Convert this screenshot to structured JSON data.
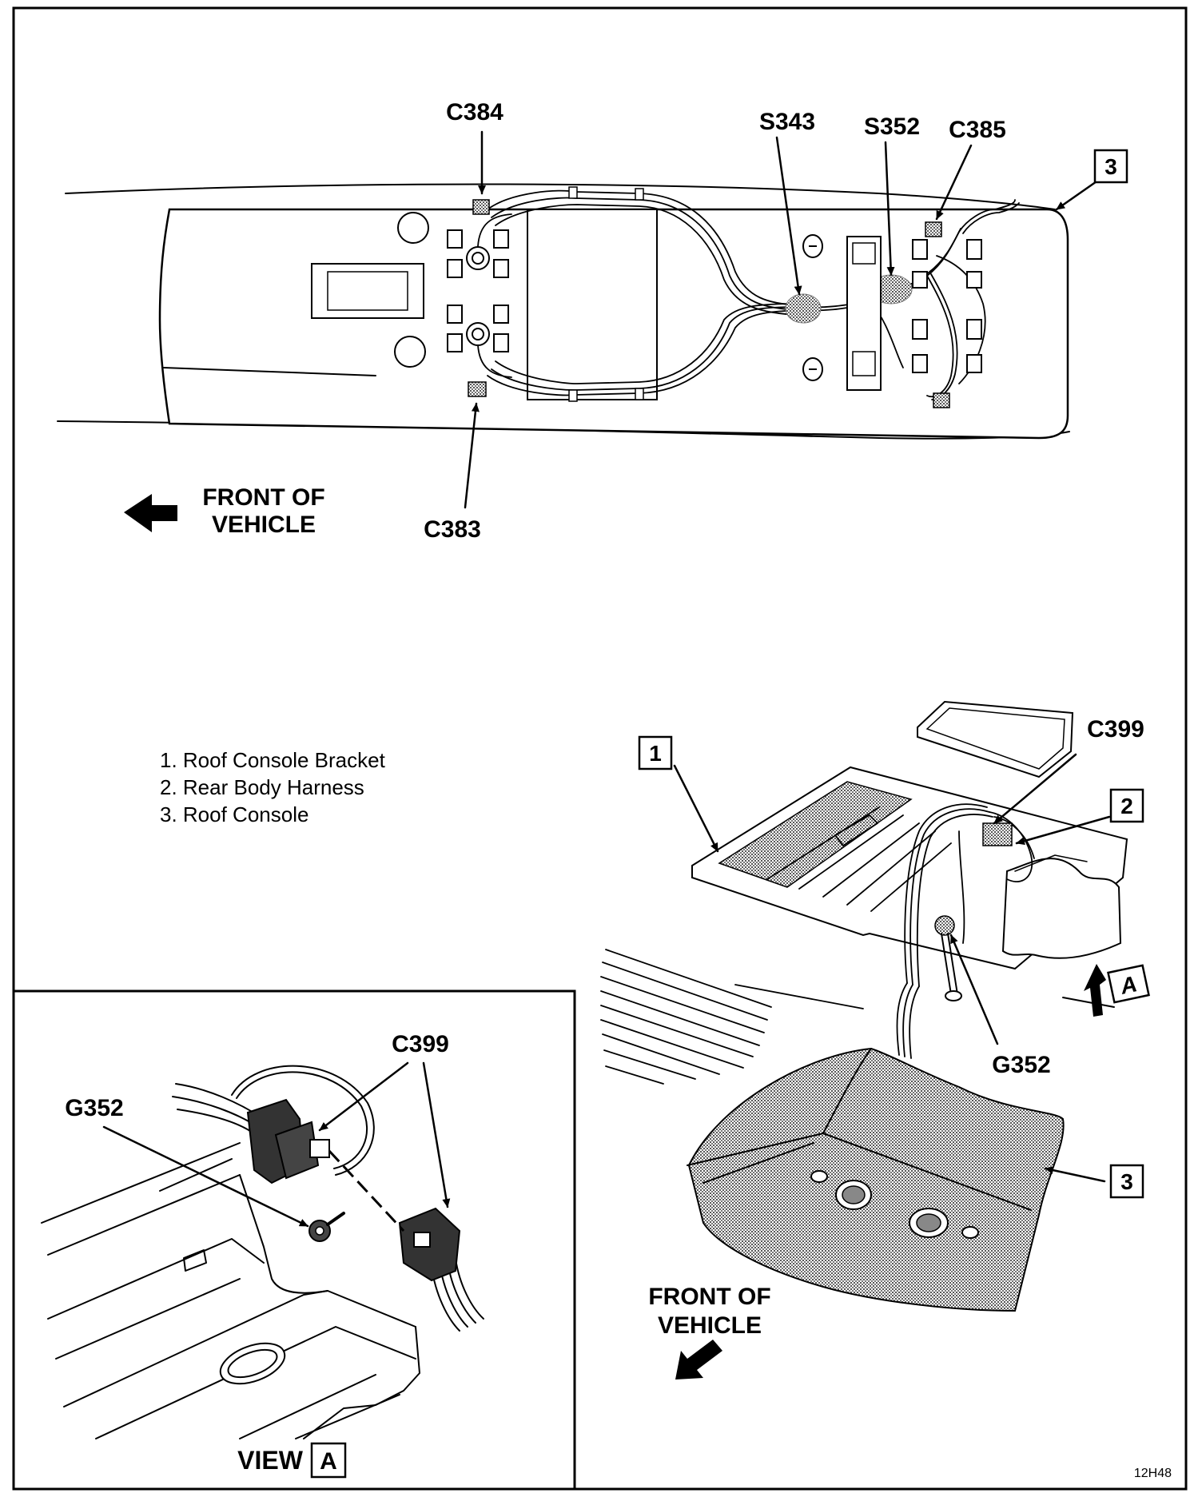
{
  "top_view": {
    "labels": {
      "c384": "C384",
      "s343": "S343",
      "s352": "S352",
      "c385": "C385",
      "c383": "C383",
      "callout_3": "3"
    },
    "front_of_vehicle_line1": "FRONT OF",
    "front_of_vehicle_line2": "VEHICLE"
  },
  "legend": {
    "items": [
      "1. Roof Console Bracket",
      "2. Rear Body Harness",
      "3. Roof Console"
    ]
  },
  "view_a_inset": {
    "labels": {
      "c399": "C399",
      "g352": "G352"
    },
    "caption": "VIEW",
    "caption_box": "A"
  },
  "exploded_view": {
    "labels": {
      "callout_1": "1",
      "c399": "C399",
      "callout_2": "2",
      "view_marker": "A",
      "g352": "G352",
      "callout_3": "3"
    },
    "front_of_vehicle_line1": "FRONT OF",
    "front_of_vehicle_line2": "VEHICLE"
  },
  "figure_id": "12H48",
  "colors": {
    "ink": "#000000",
    "paper": "#ffffff",
    "shading": "#9a9a9a"
  }
}
